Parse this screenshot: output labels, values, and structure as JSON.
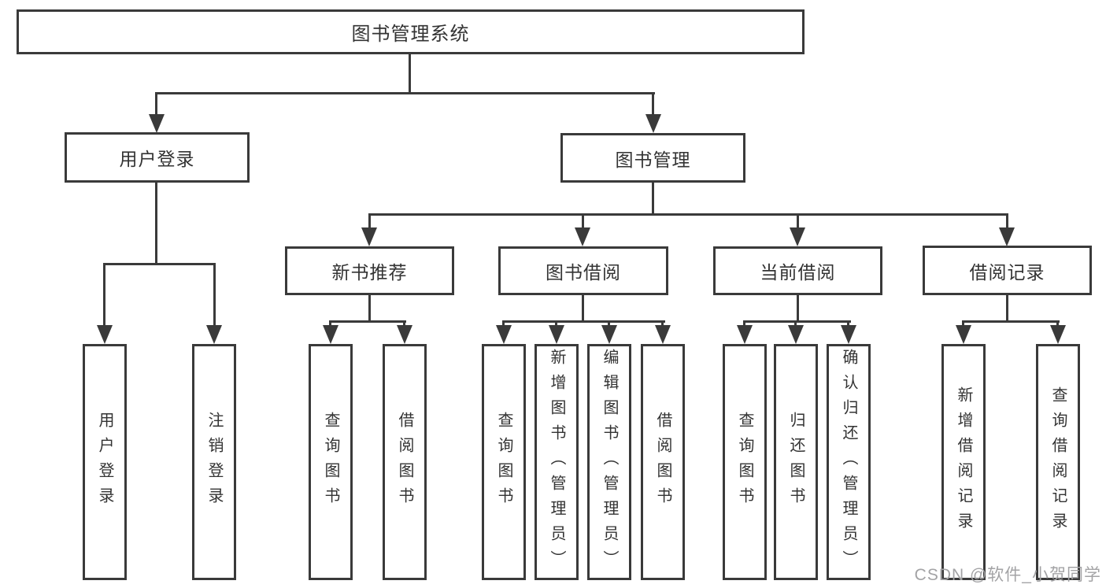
{
  "watermark": {
    "text": "CSDN @软件_小贺同学"
  },
  "colors": {
    "line": "#3a3a3a",
    "text": "#333333",
    "background": "#ffffff",
    "watermark": "#a3a3a5"
  },
  "tree": {
    "label": "图书管理系统",
    "children": [
      {
        "label": "用户登录",
        "children": [
          {
            "label": "用户登录"
          },
          {
            "label": "注销登录"
          }
        ]
      },
      {
        "label": "图书管理",
        "children": [
          {
            "label": "新书推荐",
            "children": [
              {
                "label": "查询图书"
              },
              {
                "label": "借阅图书"
              }
            ]
          },
          {
            "label": "图书借阅",
            "children": [
              {
                "label": "查询图书"
              },
              {
                "label": "新增图书（管理员）"
              },
              {
                "label": "编辑图书（管理员）"
              },
              {
                "label": "借阅图书"
              }
            ]
          },
          {
            "label": "当前借阅",
            "children": [
              {
                "label": "查询图书"
              },
              {
                "label": "归还图书"
              },
              {
                "label": "确认归还（管理员）"
              }
            ]
          },
          {
            "label": "借阅记录",
            "children": [
              {
                "label": "新增借阅记录"
              },
              {
                "label": "查询借阅记录"
              }
            ]
          }
        ]
      }
    ]
  }
}
